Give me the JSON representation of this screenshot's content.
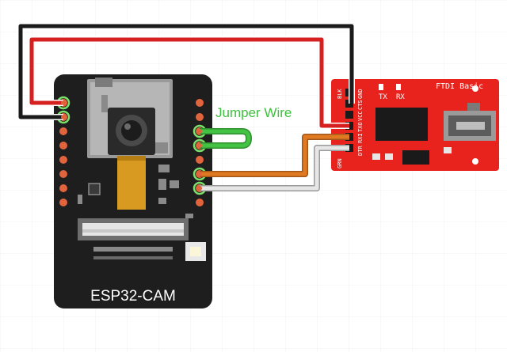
{
  "board": {
    "name": "ESP32-CAM"
  },
  "adapter": {
    "name": "FTDI Basic",
    "tx_label": "TX",
    "rx_label": "RX",
    "pins": [
      "BLK",
      "GND",
      "CTS",
      "VCC",
      "TXO",
      "RXI",
      "DTR",
      "GRN"
    ]
  },
  "annotation": {
    "jumper_label": "Jumper Wire"
  },
  "colors": {
    "board": "#1e1e1e",
    "adapter": "#e8221d",
    "wire_red": "#d62020",
    "wire_black": "#1a1a1a",
    "wire_orange": "#e07a22",
    "wire_white": "#e6e6e6",
    "wire_outline": "#9a9a9a",
    "jumper_green": "#43c243",
    "jumper_label": "#3fbf3f",
    "header_pin": "#e2643c",
    "highlight_ring": "#7be06b"
  }
}
